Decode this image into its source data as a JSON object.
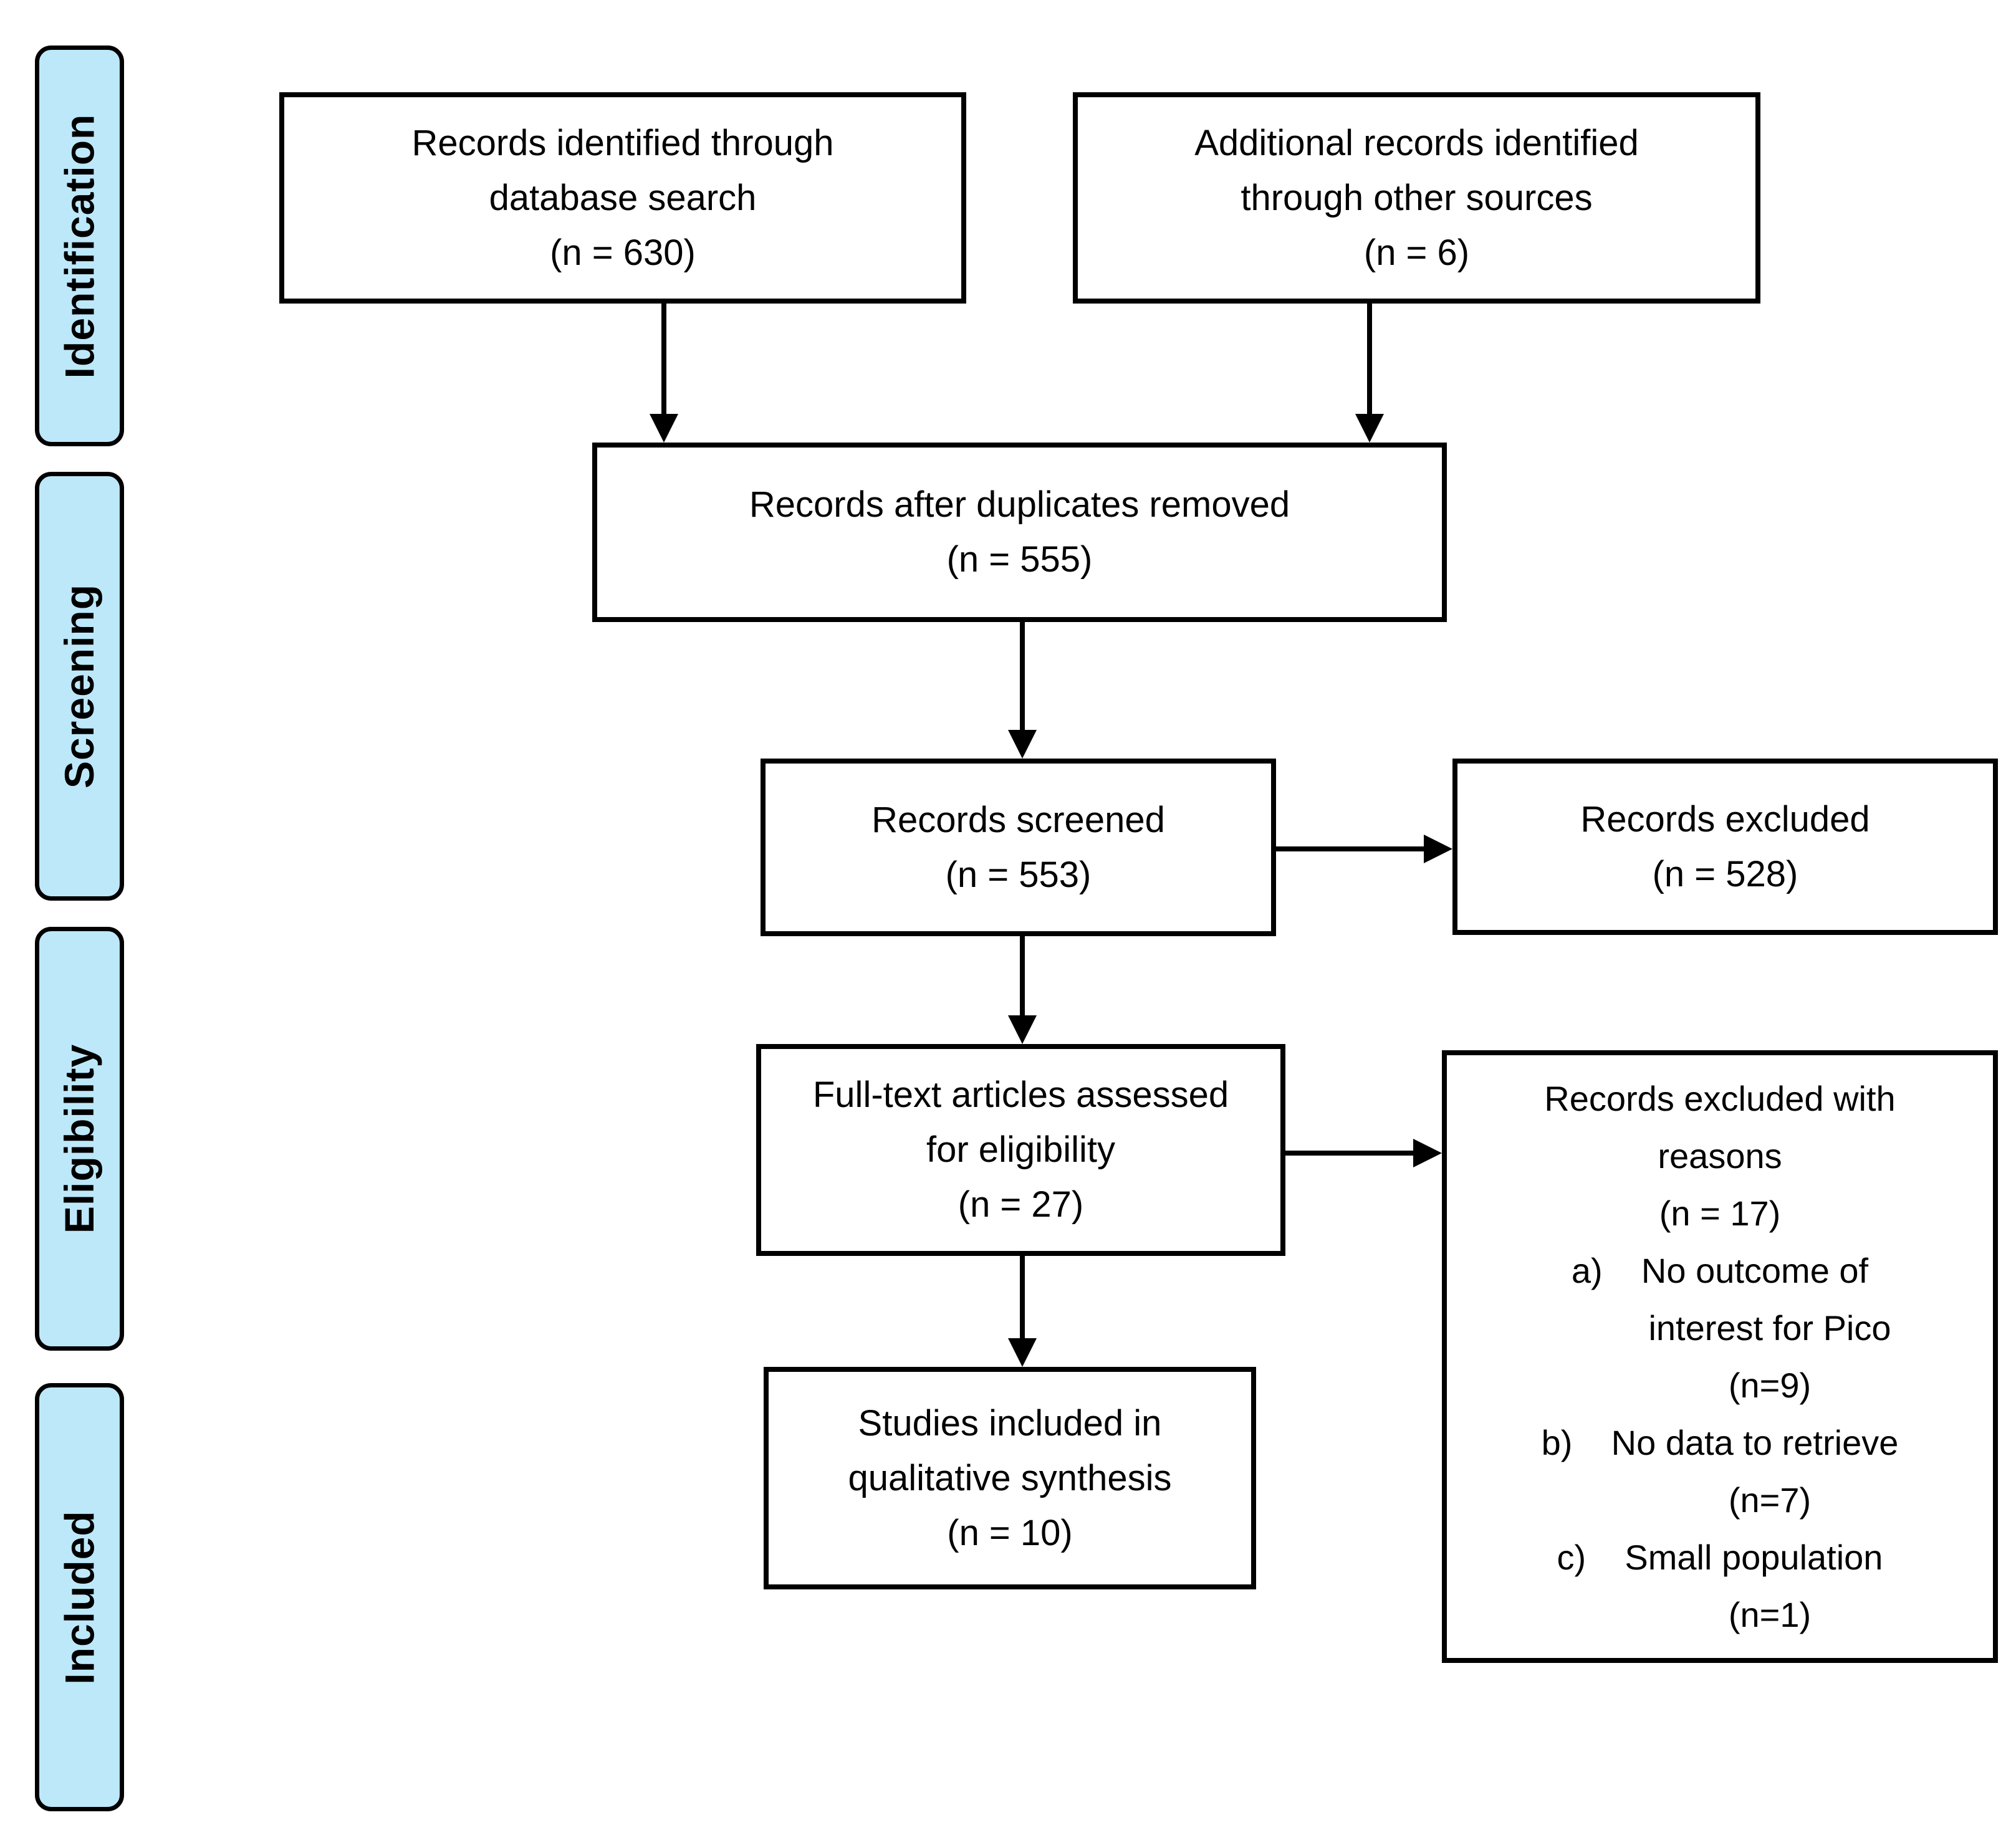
{
  "diagram": {
    "stages": [
      {
        "label": "Identification"
      },
      {
        "label": "Screening"
      },
      {
        "label": "Eligibility"
      },
      {
        "label": "Included"
      }
    ],
    "boxes": {
      "identified": {
        "lines": [
          "Records identified through",
          "database search",
          "(n = 630)"
        ]
      },
      "additional": {
        "lines": [
          "Additional records identified",
          "through other sources",
          "(n = 6)"
        ]
      },
      "duplicates": {
        "lines": [
          "Records after duplicates removed",
          "(n = 555)"
        ]
      },
      "screened": {
        "lines": [
          "Records screened",
          "(n = 553)"
        ]
      },
      "excluded": {
        "lines": [
          "Records excluded",
          "(n = 528)"
        ]
      },
      "fulltext": {
        "lines": [
          "Full-text articles assessed",
          "for eligibility",
          "(n = 27)"
        ]
      },
      "reasons": {
        "lines": [
          "Records excluded with",
          "reasons",
          "(n = 17)",
          "a)    No outcome of",
          "interest for Pico",
          "(n=9)",
          "b)    No data to retrieve",
          "(n=7)",
          "c)    Small population",
          "(n=1)"
        ]
      },
      "studies": {
        "lines": [
          "Studies included in",
          "qualitative synthesis",
          "(n = 10)"
        ]
      }
    },
    "colors": {
      "stage_fill": "#BDE8FA",
      "stage_border": "#000000",
      "box_fill": "#FFFFFF",
      "box_border": "#000000",
      "arrow": "#000000"
    }
  }
}
